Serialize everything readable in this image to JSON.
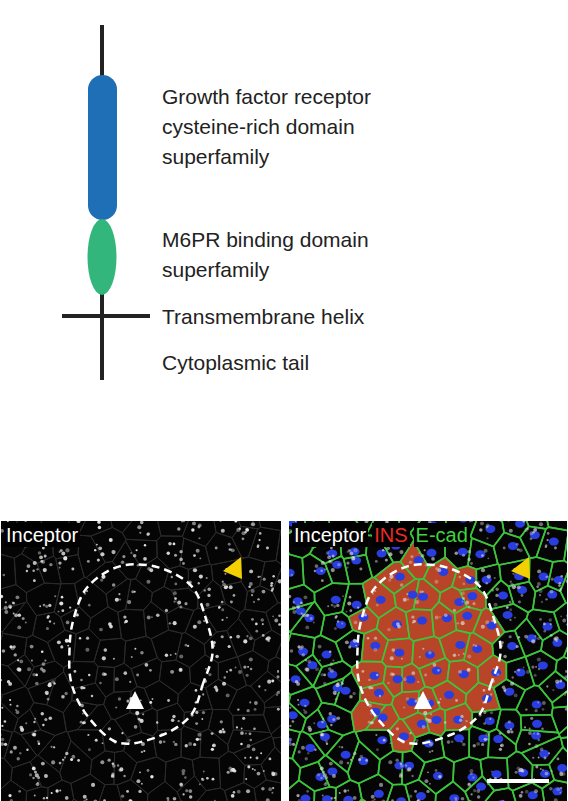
{
  "diagram": {
    "nodes": [
      {
        "text": [
          "Inceptor"
        ]
      },
      {
        "text": [
          "Inceptor",
          "INS",
          "E-cad"
        ]
      }
    ],
    "labels": [
      "Growth factor receptor cysteine-rich domain superfamily",
      "M6PR binding domain superfamily",
      "Transmembrane helix",
      "Cytoplasmic tail"
    ]
  }
}
